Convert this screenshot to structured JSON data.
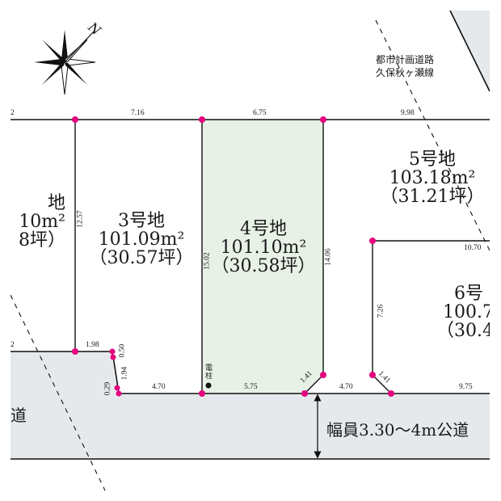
{
  "colors": {
    "lot_highlight": "#e8f1e6",
    "road_fill": "#e6e9ec",
    "boundary_point": "#e6007e",
    "line": "#111111"
  },
  "compass": {
    "north_label": "N"
  },
  "planned_road": {
    "line1": "都市計画道路",
    "line2": "久保秋ヶ瀬線"
  },
  "lots": [
    {
      "id": "2",
      "number": "地",
      "area": "10m²",
      "tsubo": "8坪）",
      "partial": true
    },
    {
      "id": "3",
      "number": "3号地",
      "area": "101.09m²",
      "tsubo": "（30.57坪）"
    },
    {
      "id": "4",
      "number": "4号地",
      "area": "101.10m²",
      "tsubo": "（30.58坪）",
      "highlighted": true
    },
    {
      "id": "5",
      "number": "5号地",
      "area": "103.18m²",
      "tsubo": "（31.21坪）"
    },
    {
      "id": "6",
      "number": "6号",
      "area": "100.7",
      "tsubo": "（30.4",
      "partial": true
    }
  ],
  "dimensions": {
    "top_left_edge": "2",
    "top_lot3": "7.16",
    "top_lot4": "6.75",
    "top_lot5": "9.98",
    "lot3_left_side": "12.57",
    "lot4_left_side": "15.02",
    "lot4_right_side": "14.06",
    "lot5_bottom": "10.70",
    "lot6_left_side": "7.26",
    "left_road_edge": "2",
    "lot3_front_a": "1.98",
    "lot3_corner_a": "0.50",
    "lot3_corner_b": "1.94",
    "lot3_corner_c": "0.29",
    "lot3_front_b": "4.70",
    "lot4_front": "5.75",
    "lot4_corner_cut": "1.41",
    "lot5_front": "4.70",
    "lot6_corner_cut": "1.41",
    "lot6_front": "9.75"
  },
  "utility_pole": {
    "label": "電柱"
  },
  "roads": {
    "public_road": "幅員3.30～4m公道",
    "left_road_partial": "道"
  }
}
